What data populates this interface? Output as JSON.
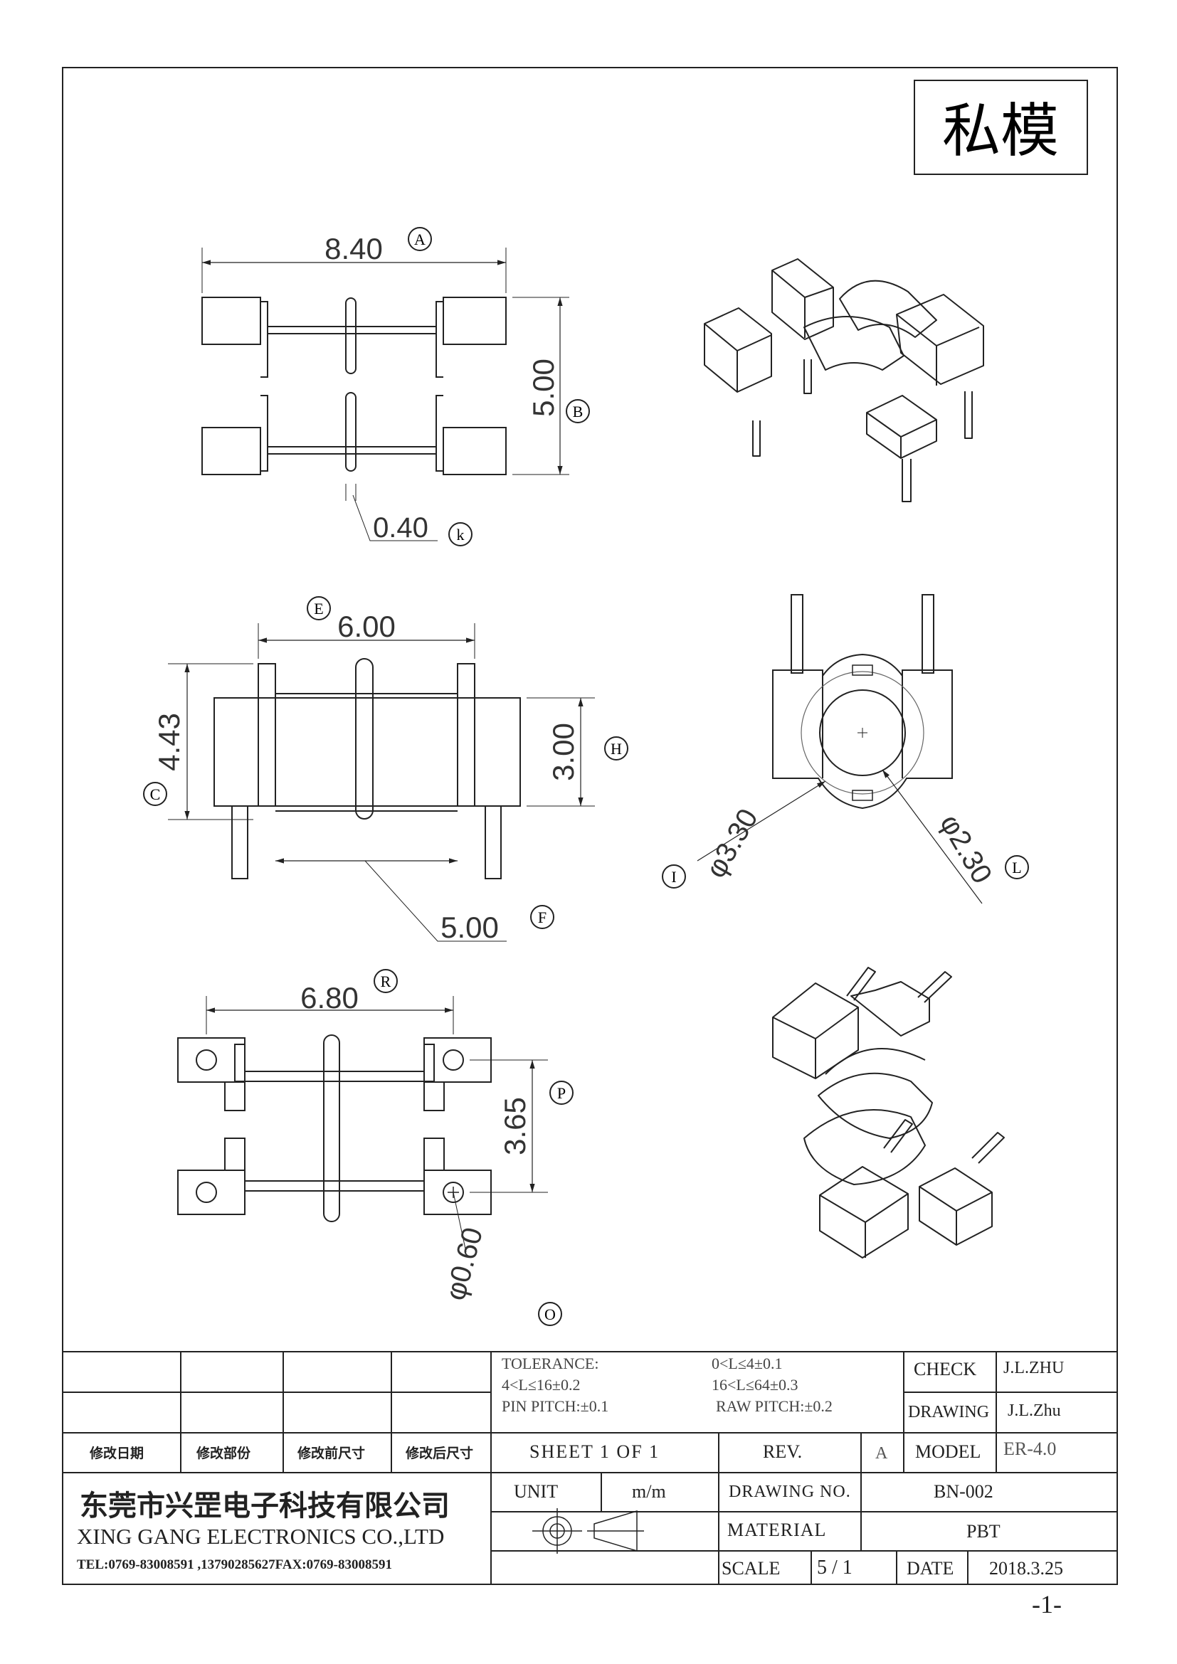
{
  "stamp": "私模",
  "page_number": "-1-",
  "dims": {
    "A": {
      "label": "A",
      "value": "8.40"
    },
    "B": {
      "label": "B",
      "value": "5.00"
    },
    "k": {
      "label": "k",
      "value": "0.40"
    },
    "E": {
      "label": "E",
      "value": "6.00"
    },
    "C": {
      "label": "C",
      "value": "4.43"
    },
    "H": {
      "label": "H",
      "value": "3.00"
    },
    "F": {
      "label": "F",
      "value": "5.00"
    },
    "I": {
      "label": "I",
      "value": "φ3.30"
    },
    "L": {
      "label": "L",
      "value": "φ2.30"
    },
    "R": {
      "label": "R",
      "value": "6.80"
    },
    "P": {
      "label": "P",
      "value": "3.65"
    },
    "O": {
      "label": "O",
      "value": "φ0.60"
    }
  },
  "title_block": {
    "tolerance_label": "TOLERANCE:",
    "tol_1": "0<L≤4±0.1",
    "tol_2": "4<L≤16±0.2",
    "tol_3": "16<L≤64±0.3",
    "pin_pitch": "PIN PITCH:±0.1",
    "raw_pitch": "RAW PITCH:±0.2",
    "check_label": "CHECK",
    "check_value": "J.L.ZHU",
    "drawing_label": "DRAWING",
    "drawing_value": "J.L.Zhu",
    "model_label": "MODEL",
    "model_value": "ER-4.0",
    "sheet": "SHEET 1 OF 1",
    "rev_label": "REV.",
    "rev_value": "A",
    "unit_label": "UNIT",
    "unit_value": "m/m",
    "drawing_no_label": "DRAWING NO.",
    "drawing_no_value": "BN-002",
    "material_label": "MATERIAL",
    "material_value": "PBT",
    "scale_label": "SCALE",
    "scale_value": "5 / 1",
    "date_label": "DATE",
    "date_value": "2018.3.25",
    "rev_headers": [
      "修改日期",
      "修改部份",
      "修改前尺寸",
      "修改后尺寸"
    ],
    "company_cn": "东莞市兴罡电子科技有限公司",
    "company_en": "XING GANG ELECTRONICS CO.,LTD",
    "contact": "TEL:0769-83008591 ,13790285627FAX:0769-83008591"
  }
}
